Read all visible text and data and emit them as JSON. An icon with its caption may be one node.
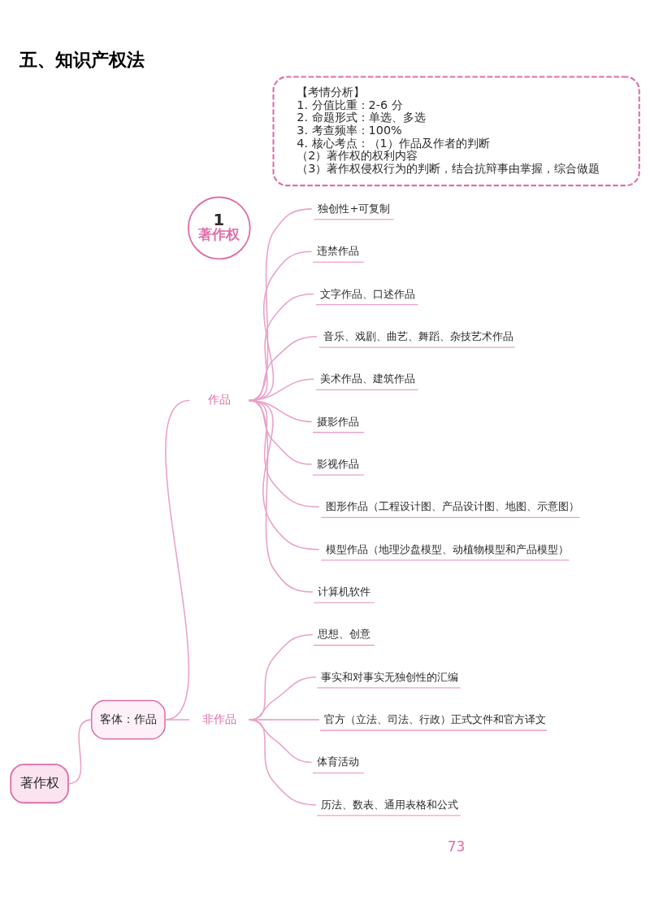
{
  "diagram": {
    "title": "五、知识产权法",
    "nodes": [
      {
        "text": [
          "【考情分析】",
          "1. 分值比重：2-6 分",
          "2. 命题形式：单选、多选",
          "3. 考查频率：100%",
          "4. 核心考点：（1）作品及作者的判断",
          "（2）著作权的权利内容",
          "（3）著作权侵权行为的判断，结合抗辩事由掌握，综合做题"
        ]
      },
      {
        "text": [
          "1",
          "著作权"
        ]
      },
      {
        "text": [
          "著作权"
        ]
      },
      {
        "text": [
          "客体：作品"
        ]
      },
      {
        "text": [
          "作品"
        ]
      },
      {
        "text": [
          "独创性+可复制"
        ]
      },
      {
        "text": [
          "违禁作品"
        ]
      },
      {
        "text": [
          "文字作品、口述作品"
        ]
      },
      {
        "text": [
          "音乐、戏剧、曲艺、舞蹈、杂技艺术作品"
        ]
      },
      {
        "text": [
          "美术作品、建筑作品"
        ]
      },
      {
        "text": [
          "摄影作品"
        ]
      },
      {
        "text": [
          "影视作品"
        ]
      },
      {
        "text": [
          "图形作品（工程设计图、产品设计图、地图、示意图）"
        ]
      },
      {
        "text": [
          "模型作品（地理沙盘模型、动植物模型和产品模型）"
        ]
      },
      {
        "text": [
          "计算机软件"
        ]
      },
      {
        "text": [
          "非作品"
        ]
      },
      {
        "text": [
          "思想、创意"
        ]
      },
      {
        "text": [
          "事实和对事实无独创性的汇编"
        ]
      },
      {
        "text": [
          "官方（立法、司法、行政）正式文件和官方译文"
        ]
      },
      {
        "text": [
          "体育活动"
        ]
      },
      {
        "text": [
          "历法、数表、通用表格和公式"
        ]
      }
    ],
    "edges": [
      {
        "from": 2,
        "to": 3,
        "arrow": "none"
      },
      {
        "from": 3,
        "to": 4,
        "arrow": "none"
      },
      {
        "from": 4,
        "to": 5,
        "arrow": "none"
      },
      {
        "from": 4,
        "to": 6,
        "arrow": "none"
      },
      {
        "from": 4,
        "to": 7,
        "arrow": "none"
      },
      {
        "from": 4,
        "to": 8,
        "arrow": "none"
      },
      {
        "from": 4,
        "to": 9,
        "arrow": "none"
      },
      {
        "from": 4,
        "to": 10,
        "arrow": "none"
      },
      {
        "from": 4,
        "to": 11,
        "arrow": "none"
      },
      {
        "from": 4,
        "to": 12,
        "arrow": "none"
      },
      {
        "from": 4,
        "to": 13,
        "arrow": "none"
      },
      {
        "from": 4,
        "to": 14,
        "arrow": "none"
      },
      {
        "from": 3,
        "to": 15,
        "arrow": "none"
      },
      {
        "from": 15,
        "to": 16,
        "arrow": "none"
      },
      {
        "from": 15,
        "to": 17,
        "arrow": "none"
      },
      {
        "from": 15,
        "to": 18,
        "arrow": "none"
      },
      {
        "from": 15,
        "to": 19,
        "arrow": "none"
      },
      {
        "from": 15,
        "to": 20,
        "arrow": "none"
      }
    ],
    "labels": [
      "73"
    ]
  }
}
